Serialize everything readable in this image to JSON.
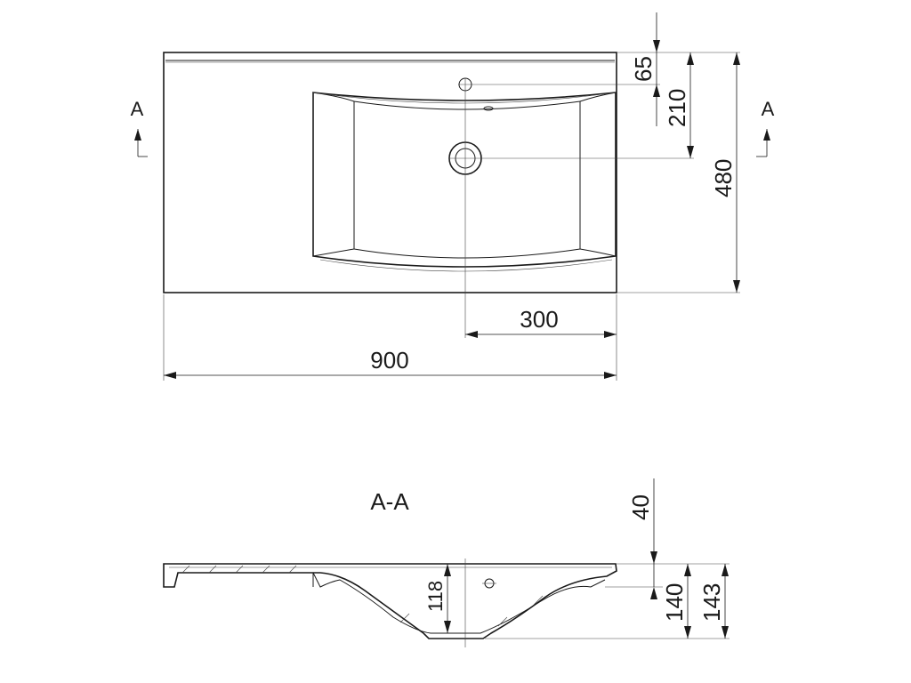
{
  "plan_view": {
    "section_marker_left": "A",
    "section_marker_right": "A",
    "dim_tap_hole": "65",
    "dim_drain_from_back": "210",
    "dim_depth": "480",
    "dim_drain_from_side": "300",
    "dim_width": "900"
  },
  "section_view": {
    "title": "A-A",
    "dim_rim": "40",
    "dim_basin_depth": "118",
    "dim_front_height": "140",
    "dim_total_height": "143"
  }
}
